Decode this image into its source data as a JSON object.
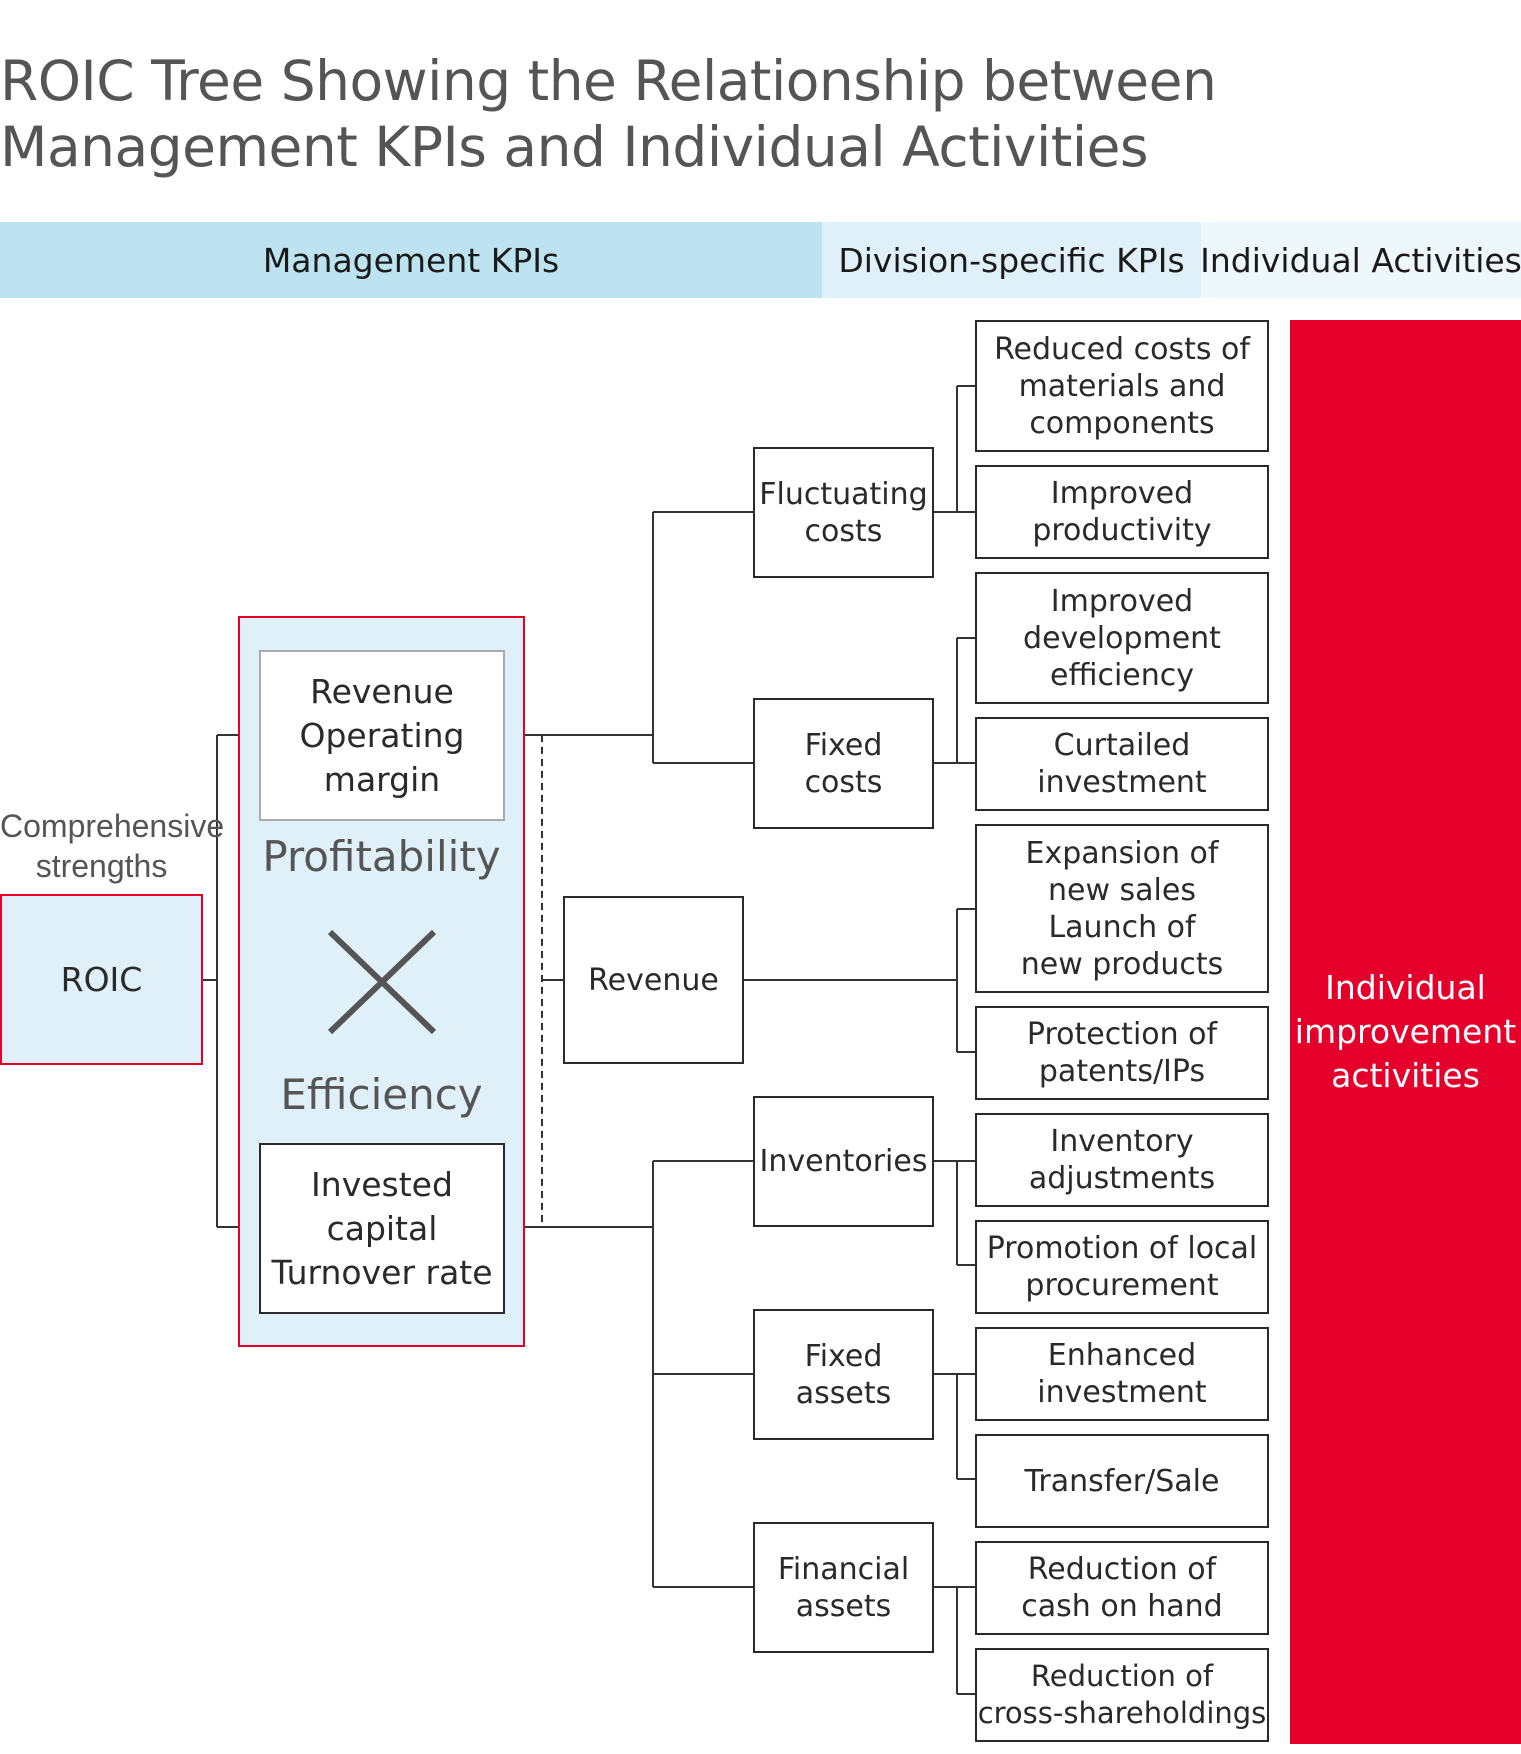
{
  "title_line1": "ROIC Tree Showing the Relationship between",
  "title_line2": "Management KPIs and Individual Activities",
  "headers": {
    "management": "Management KPIs",
    "division": "Division-specific KPIs",
    "individual": "Individual Activities"
  },
  "colors": {
    "header_dark": "#bde3f0",
    "header_mid": "#dff0f8",
    "header_light": "#eef7fb",
    "panel_fill": "#dff0f8",
    "accent_red": "#e4002b",
    "text_gray": "#555555"
  },
  "left": {
    "comprehensive": "Comprehensive\nstrengths",
    "roic": "ROIC"
  },
  "mid": {
    "revenue_operating_margin": "Revenue\nOperating\nmargin",
    "profitability": "Profitability",
    "efficiency": "Efficiency",
    "invested_capital_turnover": "Invested\ncapital\nTurnover rate",
    "multiply_icon": "multiply-icon"
  },
  "division_kpis": {
    "fluctuating_costs": "Fluctuating\ncosts",
    "fixed_costs": "Fixed\ncosts",
    "revenue": "Revenue",
    "inventories": "Inventories",
    "fixed_assets": "Fixed\nassets",
    "financial_assets": "Financial\nassets"
  },
  "activities": [
    "Reduced costs of\nmaterials and\ncomponents",
    "Improved\nproductivity",
    "Improved\ndevelopment\nefficiency",
    "Curtailed\ninvestment",
    "Expansion of\nnew sales\nLaunch of\nnew products",
    "Protection of\npatents/IPs",
    "Inventory\nadjustments",
    "Promotion of local\nprocurement",
    "Enhanced\ninvestment",
    "Transfer/Sale",
    "Reduction of\ncash on hand",
    "Reduction of\ncross-shareholdings"
  ],
  "right_banner": "Individual\nimprovement\nactivities"
}
